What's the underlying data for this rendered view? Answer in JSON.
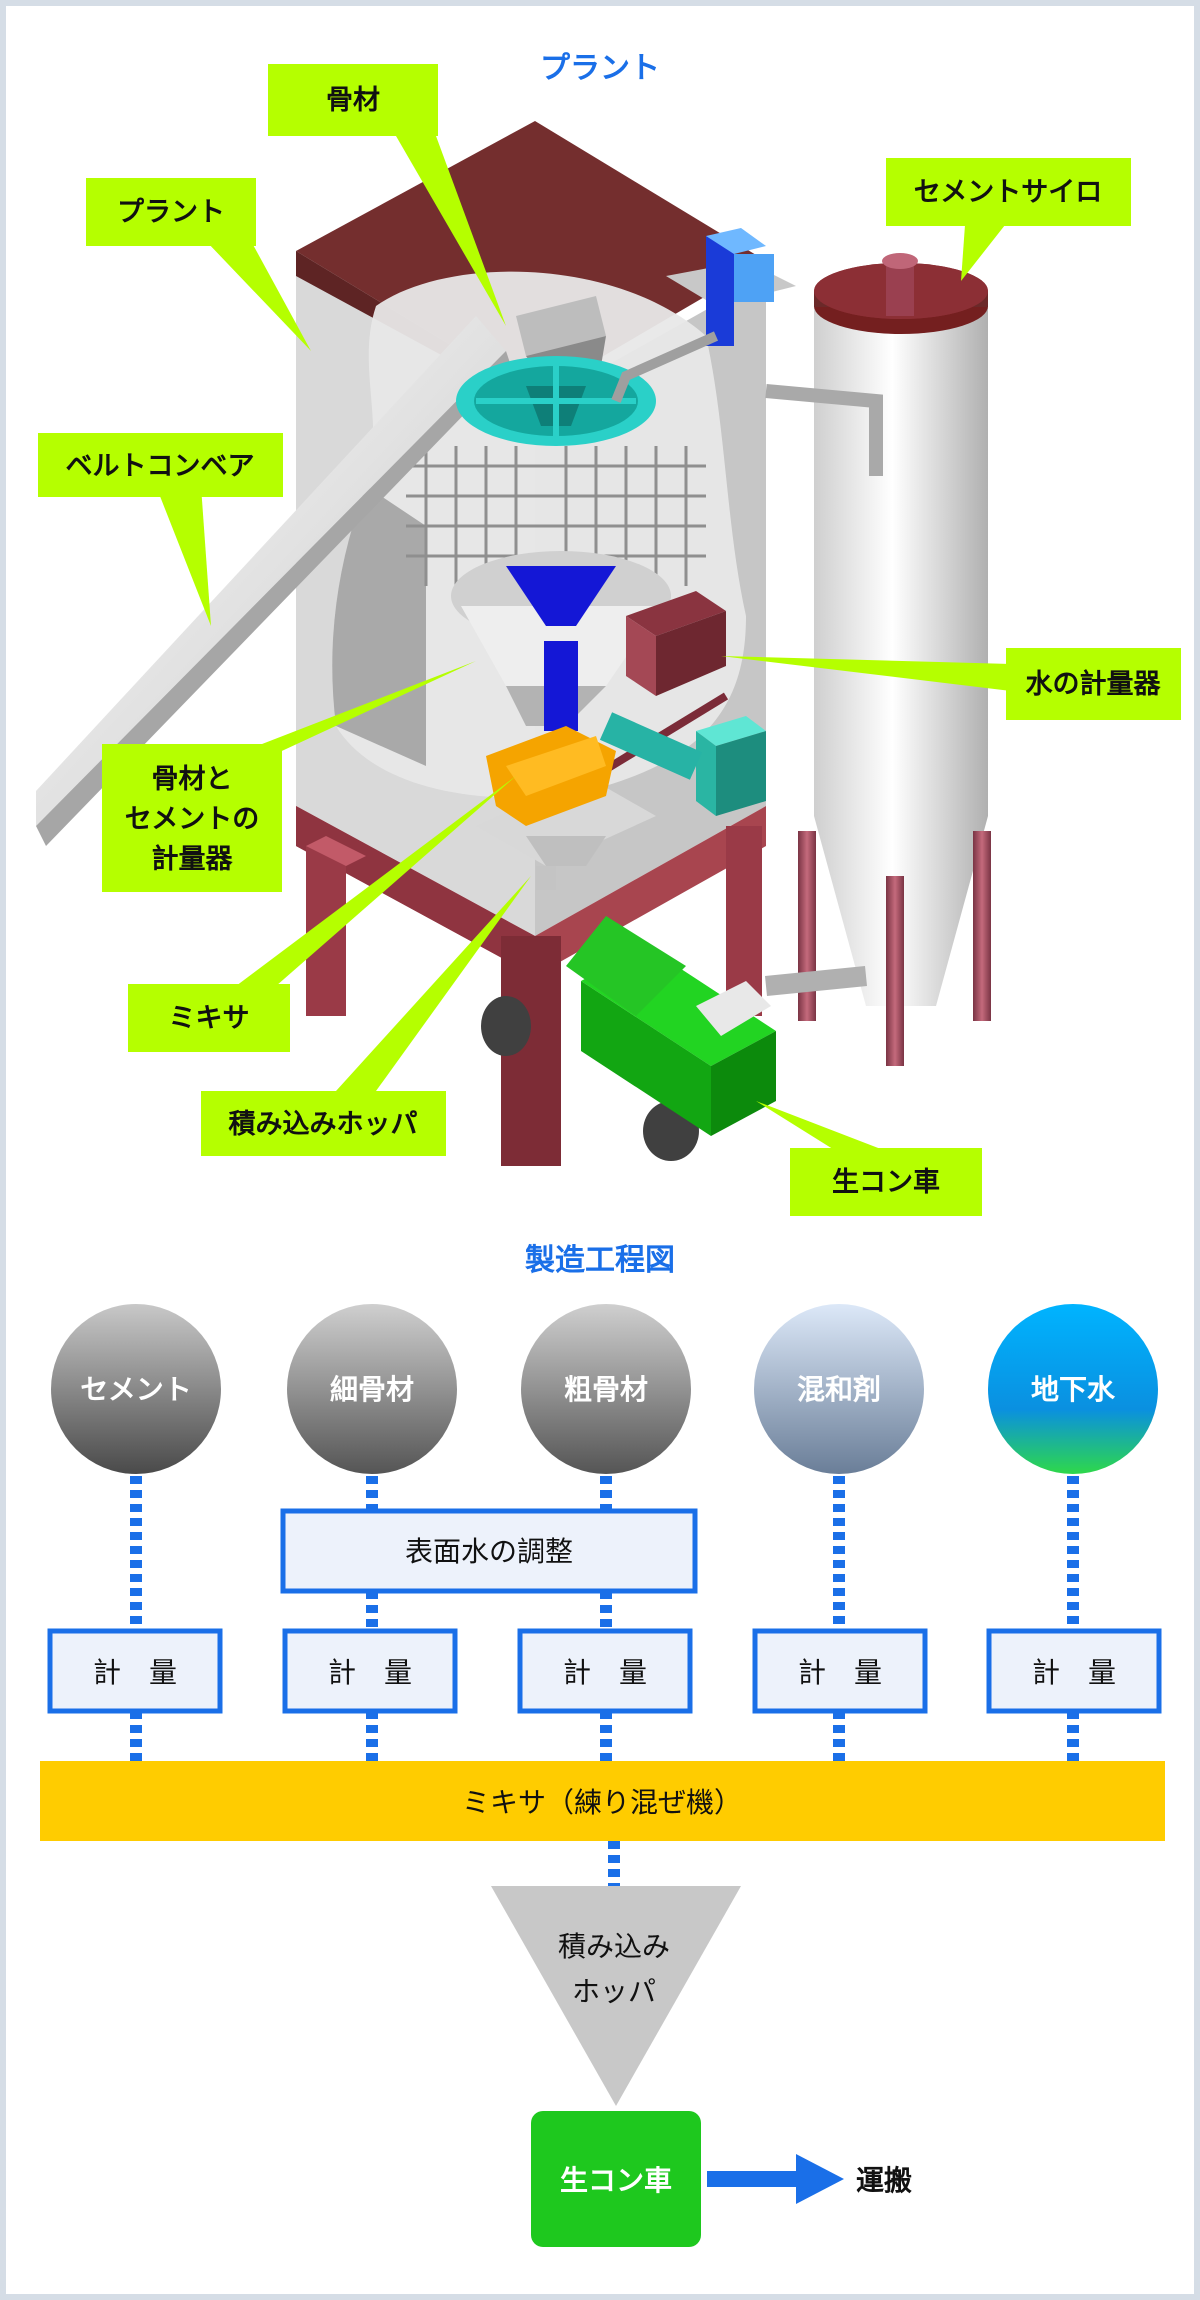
{
  "plant": {
    "title": "プラント",
    "callouts": {
      "aggregate": "骨材",
      "plant": "プラント",
      "cement_silo": "セメントサイロ",
      "belt_conveyor": "ベルトコンベア",
      "water_meter": "水の計量器",
      "agg_cement_meter": [
        "骨材と",
        "セメントの",
        "計量器"
      ],
      "mixer": "ミキサ",
      "loading_hopper": "積み込みホッパ",
      "truck": "生コン車"
    }
  },
  "process": {
    "title": "製造工程図",
    "materials": [
      "セメント",
      "細骨材",
      "粗骨材",
      "混和剤",
      "地下水"
    ],
    "surface_water": "表面水の調整",
    "measure_label": "計　量",
    "mixer": "ミキサ（練り混ぜ機）",
    "hopper": [
      "積み込み",
      "ホッパ"
    ],
    "truck": "生コン車",
    "transport": "運搬"
  },
  "colors": {
    "title": "#1a6fe8",
    "callout_bg": "#b5ff00",
    "box_border": "#1a6fe8",
    "box_fill": "#edf2fb",
    "mixer_band": "#ffcc00",
    "truck_green": "#1ec81e",
    "arrow": "#1a6fe8"
  }
}
